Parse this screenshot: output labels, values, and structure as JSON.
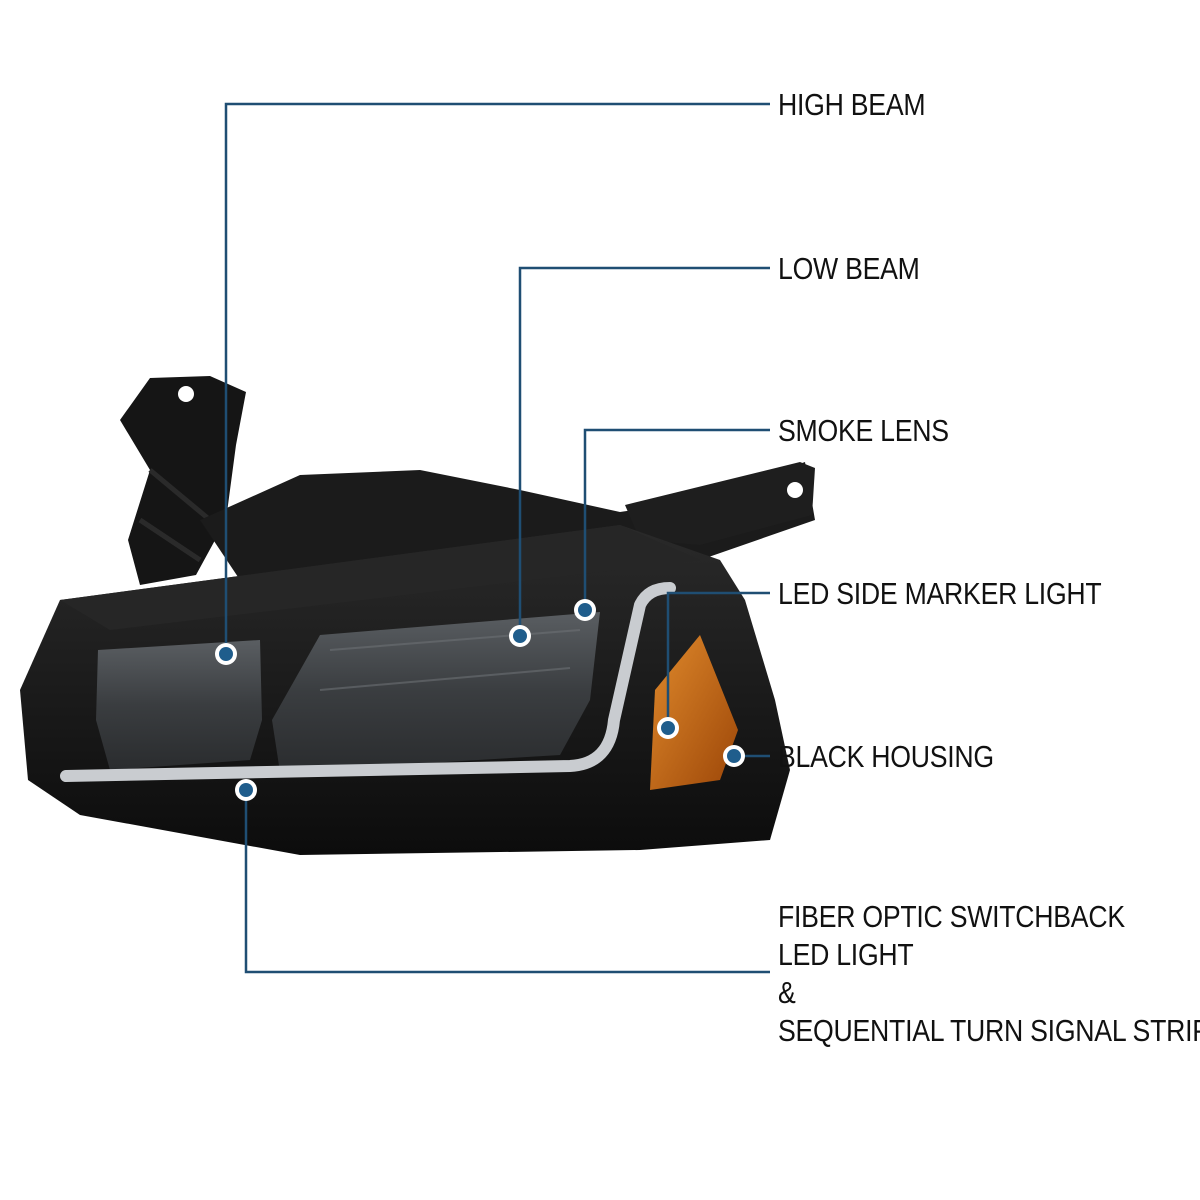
{
  "colors": {
    "leader_line": "#1f4e73",
    "dot": "#1f5d8c",
    "housing": "#141414",
    "lens_smoke": "#3f4347",
    "amber": "#c8640f",
    "led_strip": "#c9ccd0"
  },
  "callouts": [
    {
      "id": "high-beam",
      "lines": [
        "HIGH BEAM"
      ]
    },
    {
      "id": "low-beam",
      "lines": [
        "LOW BEAM"
      ]
    },
    {
      "id": "smoke-lens",
      "lines": [
        "SMOKE LENS"
      ]
    },
    {
      "id": "led-side-marker-light",
      "lines": [
        "LED SIDE MARKER LIGHT"
      ]
    },
    {
      "id": "black-housing",
      "lines": [
        "BLACK HOUSING"
      ]
    },
    {
      "id": "fiber-optic",
      "lines": [
        "FIBER OPTIC SWITCHBACK",
        "LED LIGHT",
        "&",
        "SEQUENTIAL TURN SIGNAL STRIP"
      ]
    }
  ],
  "icons": {
    "product": "headlight-assembly-icon",
    "marker": "callout-dot-icon"
  }
}
